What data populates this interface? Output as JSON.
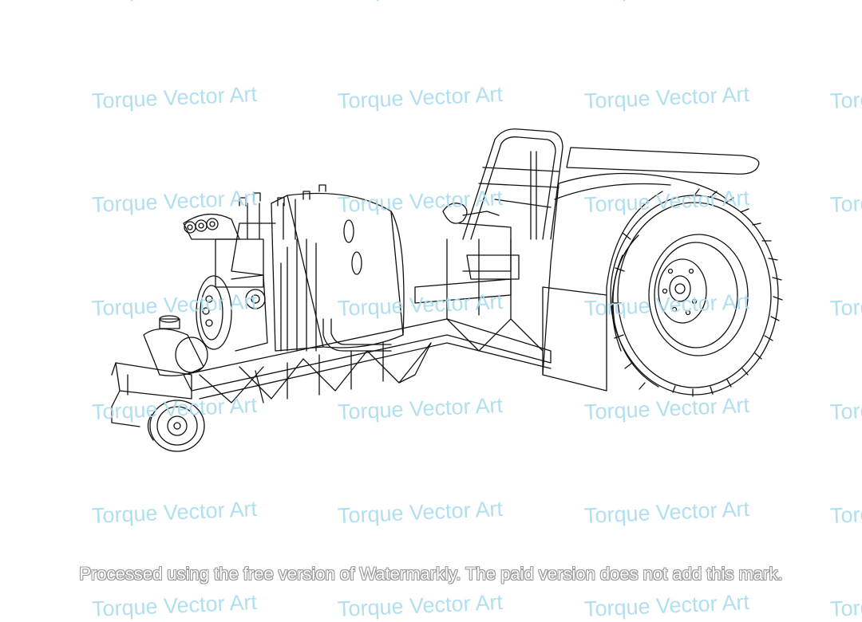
{
  "image": {
    "subject_icon": "pulling-tractor-line-drawing",
    "stroke_color": "#111111",
    "background_color": "#ffffff"
  },
  "watermark": {
    "text": "Torque Vector Art",
    "color": "#a9dcee"
  },
  "footer": {
    "text": "Processed using the free version of Watermarkly. The paid version does not add this mark."
  }
}
